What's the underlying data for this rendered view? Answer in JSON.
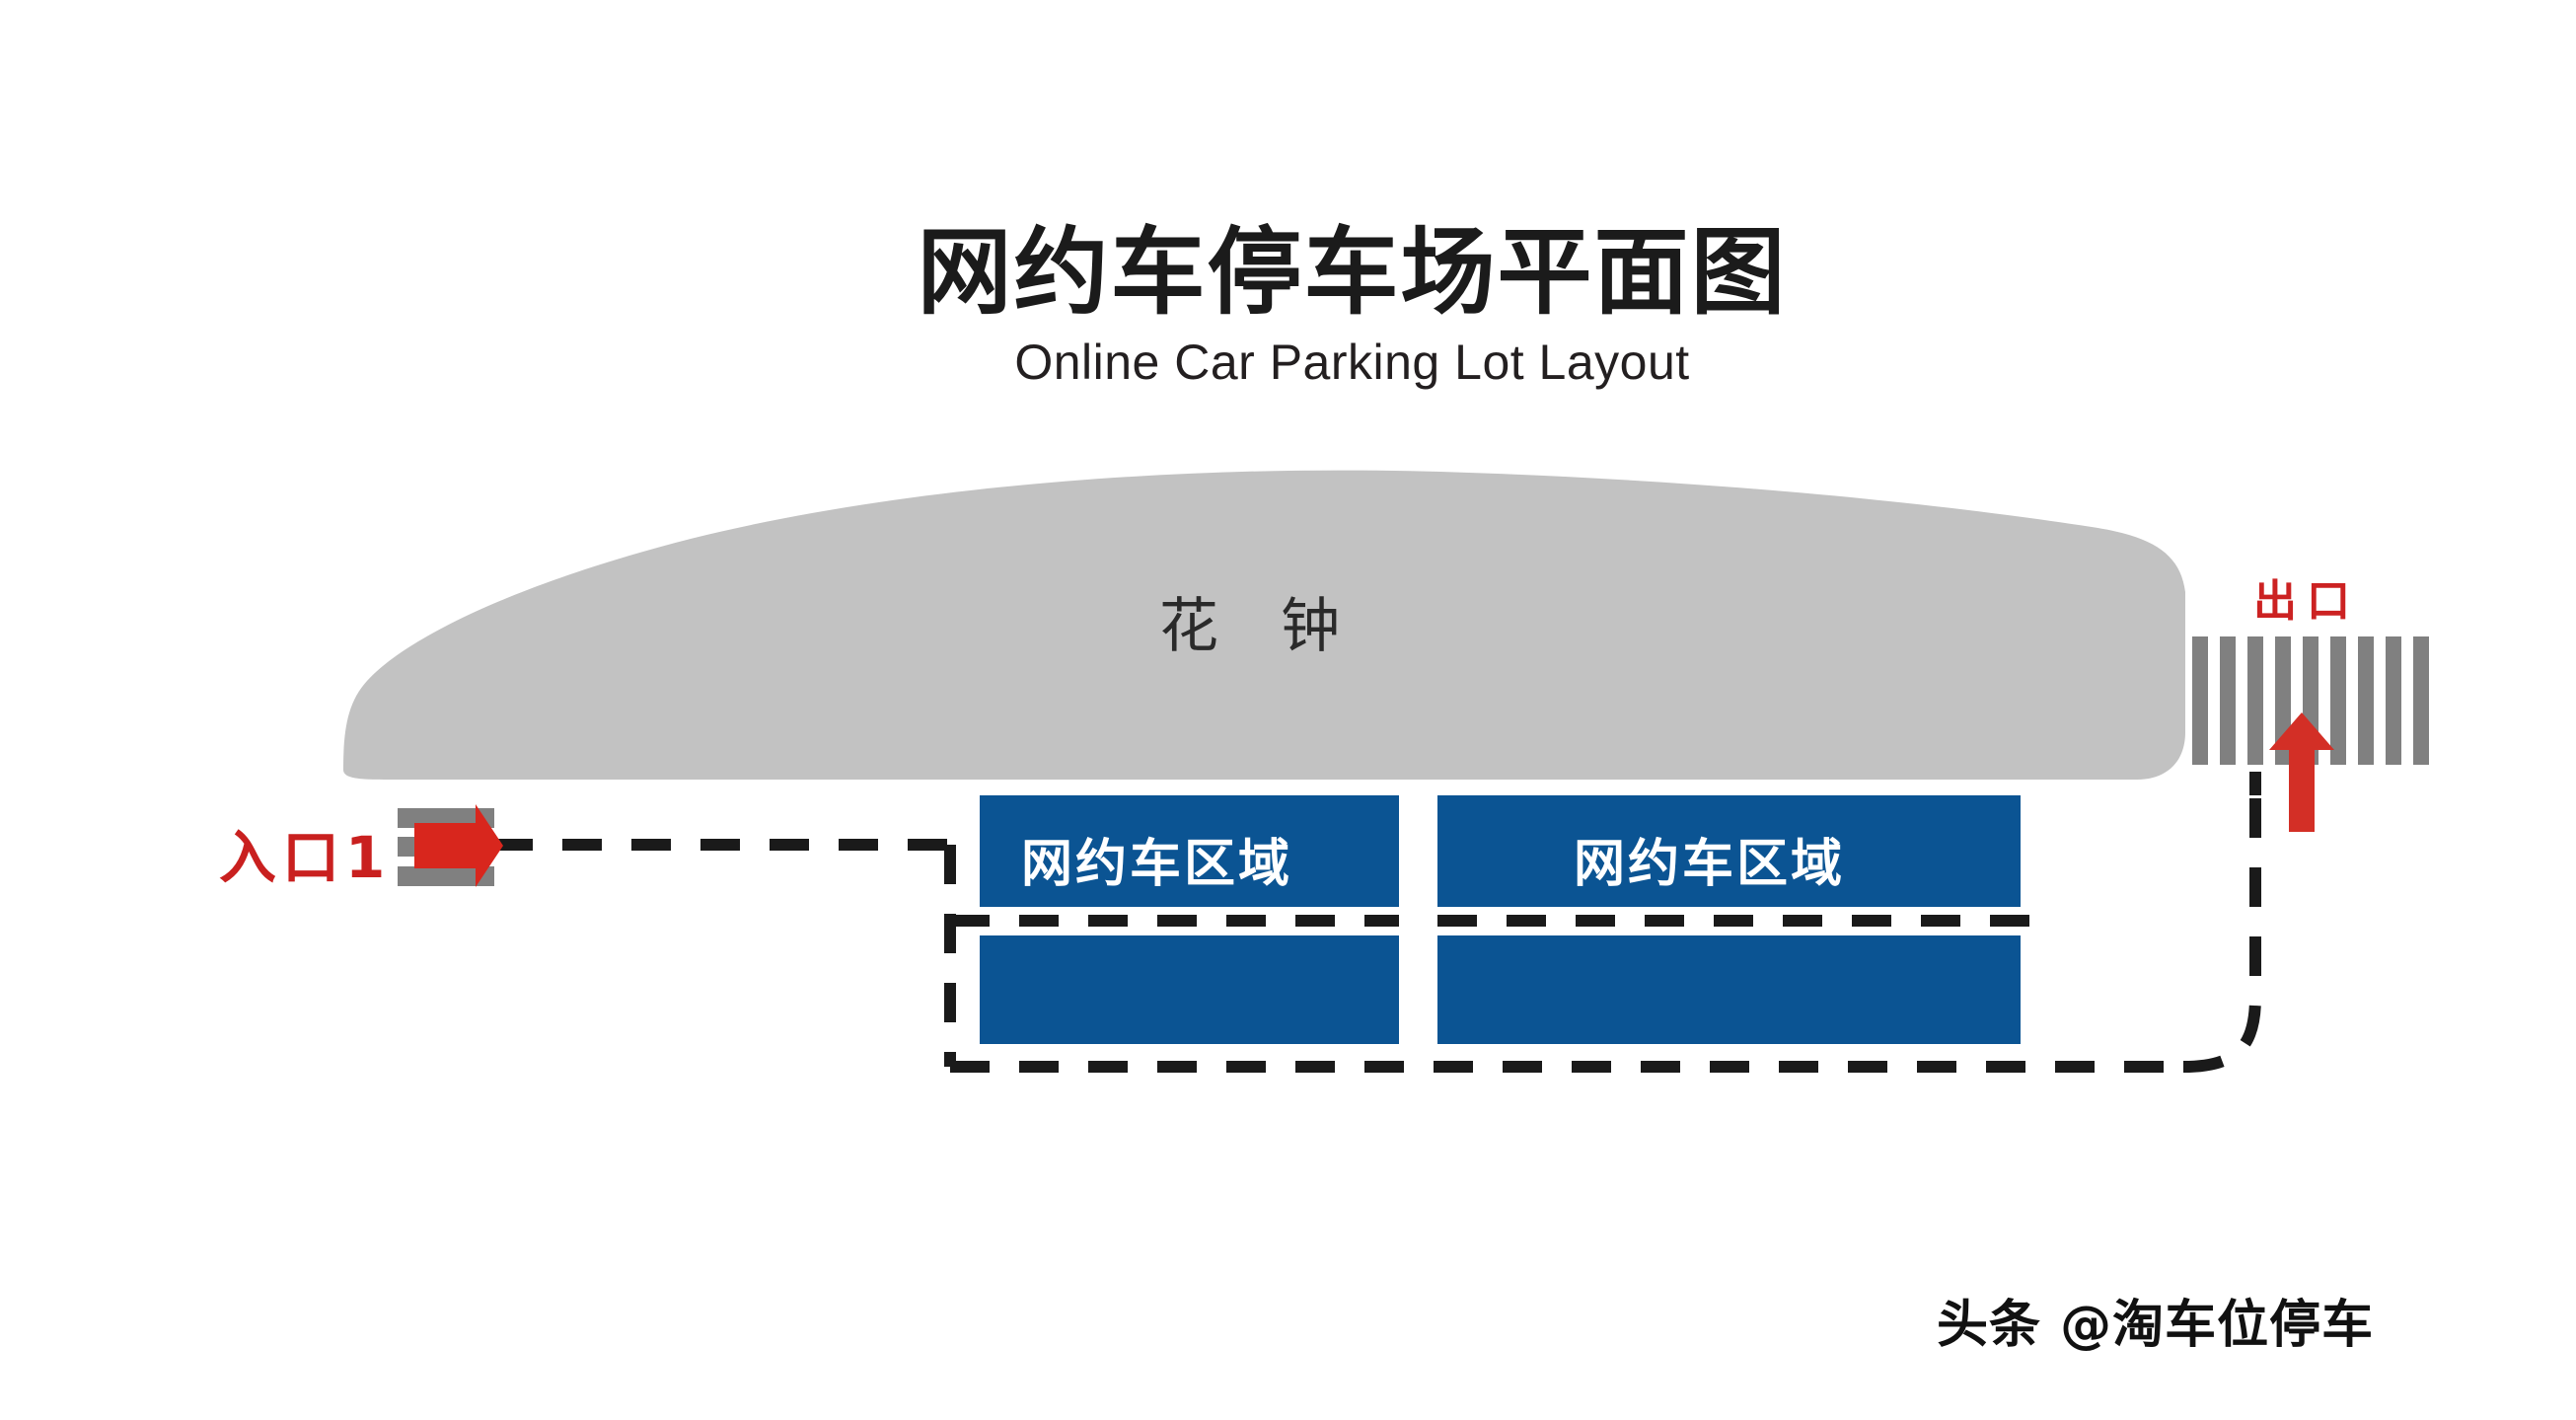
{
  "title": {
    "cn": "网约车停车场平面图",
    "en": "Online Car Parking Lot Layout"
  },
  "colors": {
    "gray_zone": "#c2c2c2",
    "parking_blue": "#0b5493",
    "entrance_red": "#c9201f",
    "exit_red": "#d32f26",
    "gate_bar_gray": "#808080",
    "path_black": "#1a1a1a"
  },
  "gray_zone": {
    "label": "花 钟",
    "name": "flower-clock-area"
  },
  "entrance": {
    "label": "入口1",
    "arrow_direction": "right",
    "gate_bars": 3
  },
  "exit": {
    "label": "出口",
    "arrow_direction": "up",
    "gate_bars": 9
  },
  "parking_zones": [
    {
      "label": "网约车区域",
      "row": "upper",
      "side": "left"
    },
    {
      "label": "网约车区域",
      "row": "upper",
      "side": "right"
    },
    {
      "label": "",
      "row": "lower",
      "side": "left"
    },
    {
      "label": "",
      "row": "lower",
      "side": "right"
    }
  ],
  "route": {
    "description": "dashed driving path from entrance around parking blocks to exit",
    "style": "dashed"
  },
  "watermark": {
    "text": "头条 @淘车位停车"
  }
}
